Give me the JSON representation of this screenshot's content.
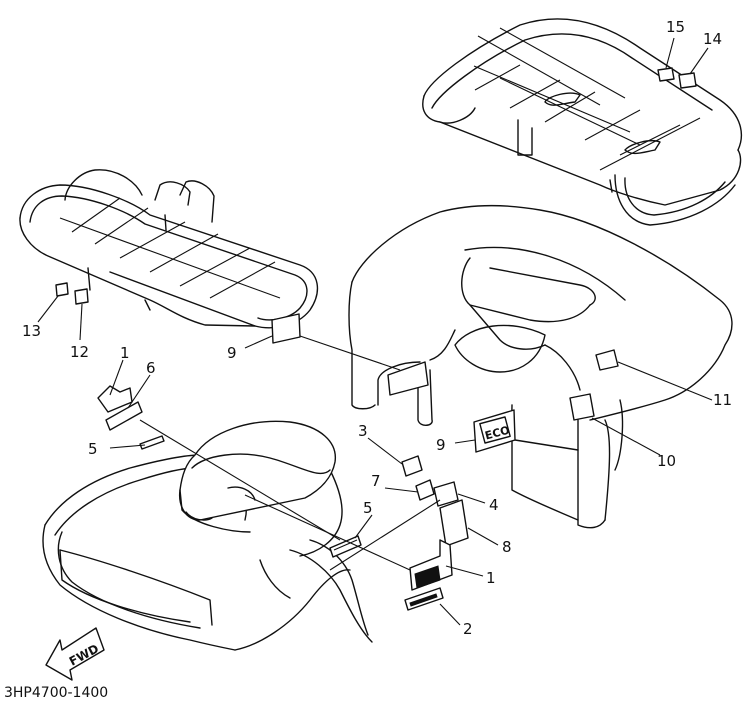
{
  "diagram_code": "3HP4700-1400",
  "fwd_label": "FWD",
  "eco_label": "ECO",
  "callouts": {
    "c1a": "1",
    "c1b": "1",
    "c2": "2",
    "c3": "3",
    "c4": "4",
    "c5a": "5",
    "c5b": "5",
    "c6": "6",
    "c7": "7",
    "c8": "8",
    "c9a": "9",
    "c9b": "9",
    "c10": "10",
    "c11": "11",
    "c12": "12",
    "c13": "13",
    "c14": "14",
    "c15": "15"
  }
}
